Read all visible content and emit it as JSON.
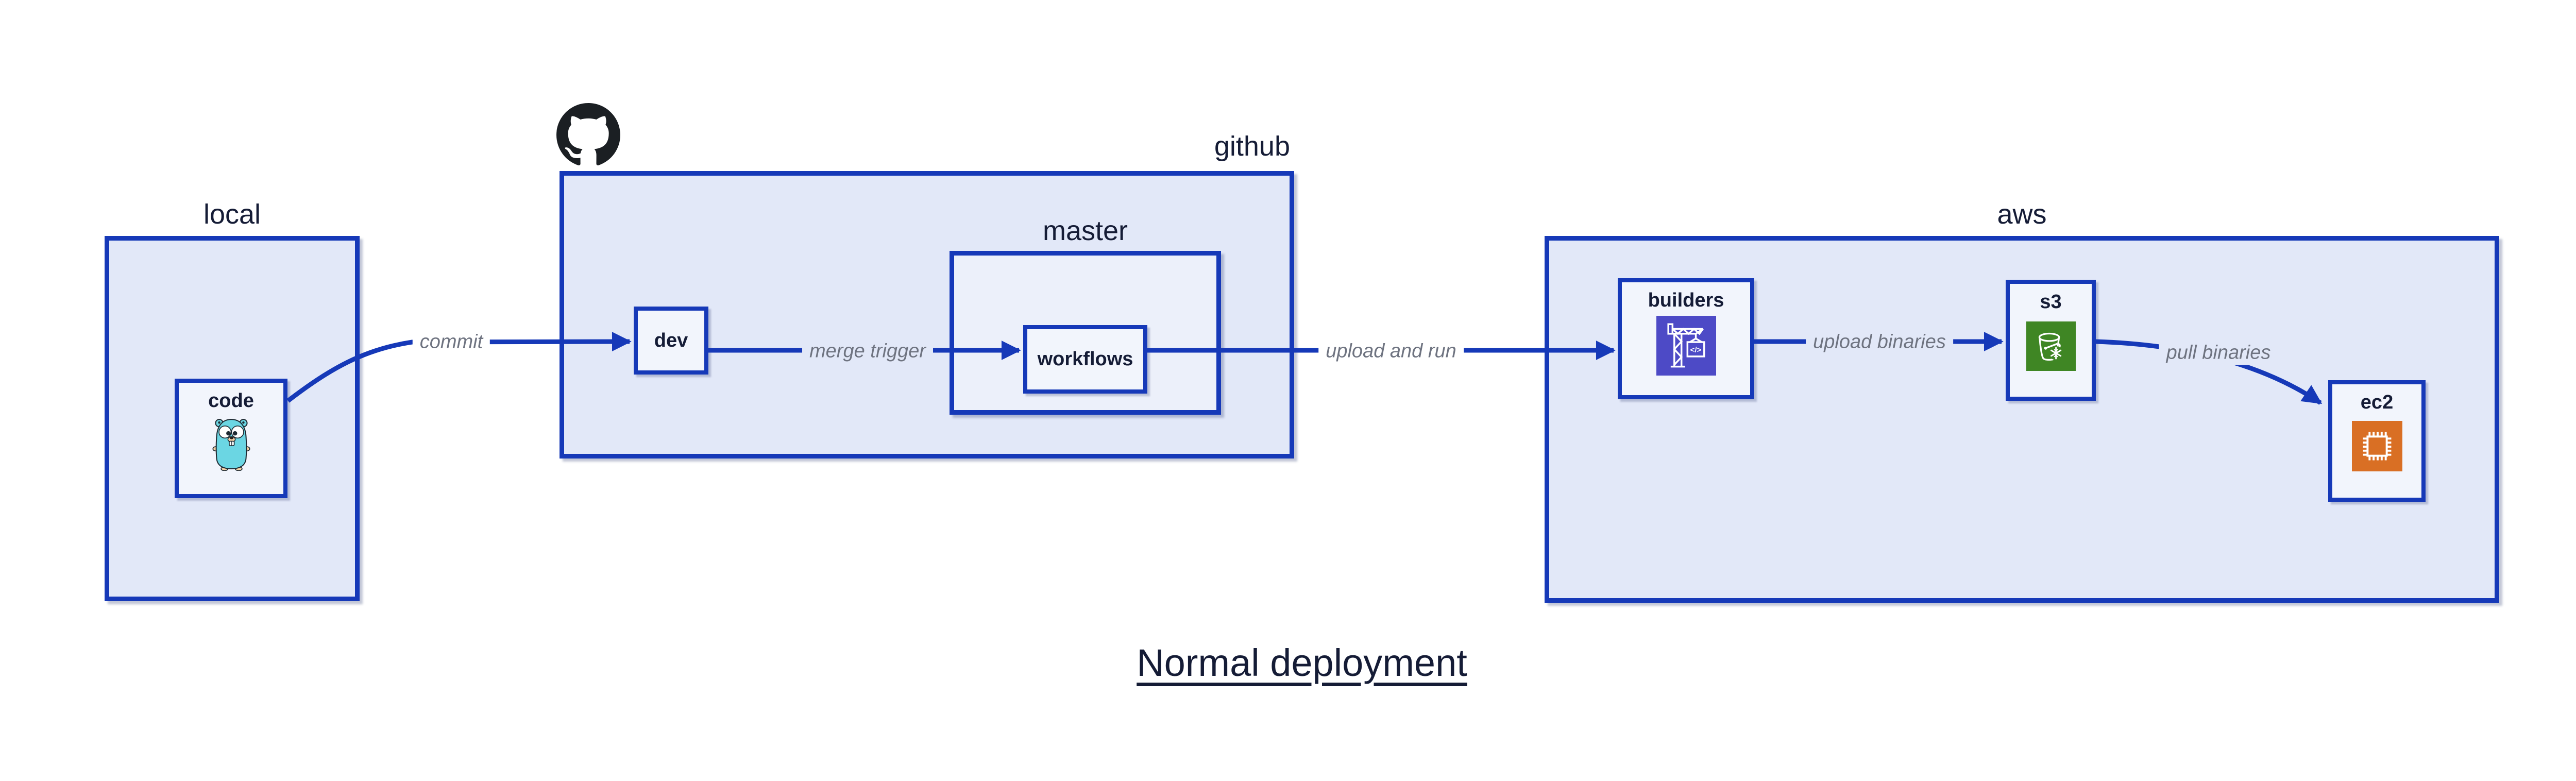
{
  "title": "Normal deployment",
  "colors": {
    "panel_fill": "#e2e8f8",
    "master_fill": "#ecf0fa",
    "node_fill": "#f2f5fc",
    "border_blue": "#1639b8",
    "text_navy": "#151c36",
    "edge_label_gray": "#6e7380",
    "gopher_teal": "#6bd6e3",
    "gopher_tan": "#f6d2a6",
    "github_black": "#1b1f23",
    "codebuild_purple": "#4d4ac6",
    "s3_green": "#3f8624",
    "ec2_orange": "#d96f24"
  },
  "groups": {
    "local": {
      "label": "local"
    },
    "github": {
      "label": "github",
      "logo_icon": "github-octocat-logo"
    },
    "master": {
      "label": "master"
    },
    "aws": {
      "label": "aws"
    }
  },
  "nodes": {
    "code": {
      "label": "code",
      "icon": "go-gopher-icon"
    },
    "dev": {
      "label": "dev"
    },
    "workflows": {
      "label": "workflows"
    },
    "builders": {
      "label": "builders",
      "icon": "aws-codebuild-crane-icon"
    },
    "s3": {
      "label": "s3",
      "icon": "aws-s3-glacier-bucket-icon"
    },
    "ec2": {
      "label": "ec2",
      "icon": "aws-ec2-chip-icon"
    },
    "builders_icon_code_glyph": "</>"
  },
  "edges": {
    "commit": {
      "label": "commit",
      "from": "code",
      "to": "dev"
    },
    "merge_trigger": {
      "label": "merge trigger",
      "from": "dev",
      "to": "workflows"
    },
    "upload_and_run": {
      "label": "upload and run",
      "from": "workflows",
      "to": "builders"
    },
    "upload_binaries": {
      "label": "upload binaries",
      "from": "builders",
      "to": "s3"
    },
    "pull_binaries": {
      "label": "pull binaries",
      "from": "s3",
      "to": "ec2"
    }
  }
}
